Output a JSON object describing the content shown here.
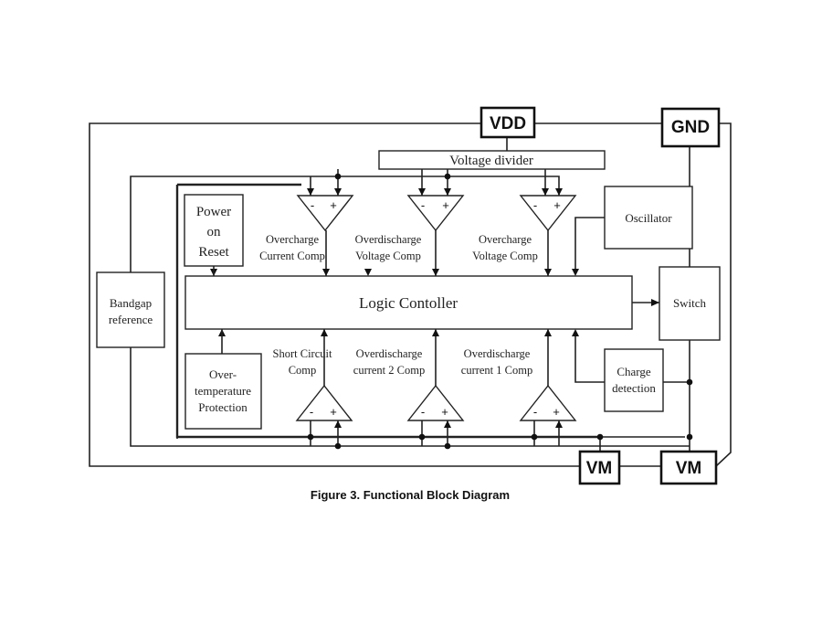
{
  "caption": "Figure 3. Functional Block Diagram",
  "pins": {
    "vdd": "VDD",
    "gnd": "GND",
    "vm_left": "VM",
    "vm_right": "VM"
  },
  "blocks": {
    "voltage_divider": "Voltage divider",
    "power_on_reset": [
      "Power",
      "on",
      "Reset"
    ],
    "logic_controller": "Logic Contoller",
    "bandgap_reference": [
      "Bandgap",
      "reference"
    ],
    "over_temperature_protection": [
      "Over-",
      "temperature",
      "Protection"
    ],
    "oscillator": "Oscillator",
    "switch": "Switch",
    "charge_detection": [
      "Charge",
      "detection"
    ]
  },
  "comparators": {
    "top": [
      {
        "label": [
          "Overcharge",
          "Current Comp"
        ]
      },
      {
        "label": [
          "Overdischarge",
          "Voltage Comp"
        ]
      },
      {
        "label": [
          "Overcharge",
          "Voltage Comp"
        ]
      }
    ],
    "bottom": [
      {
        "label": [
          "Short Circuit",
          "Comp"
        ]
      },
      {
        "label": [
          "Overdischarge",
          "current 2 Comp"
        ]
      },
      {
        "label": [
          "Overdischarge",
          "current 1 Comp"
        ]
      }
    ],
    "minus_sign": "-",
    "plus_sign": "+"
  }
}
